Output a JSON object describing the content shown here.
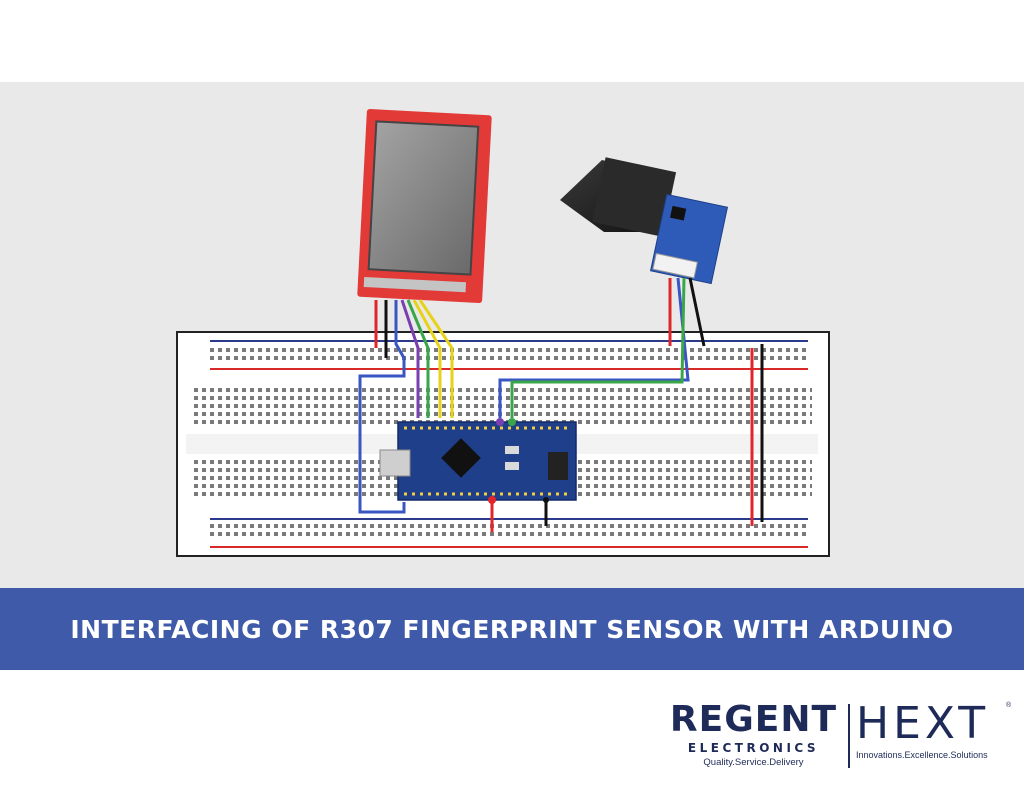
{
  "banner": {
    "title": "INTERFACING OF R307 FINGERPRINT SENSOR WITH ARDUINO"
  },
  "logos": {
    "regent": {
      "name": "REGENT",
      "subtitle": "ELECTRONICS",
      "tagline": "Quality.Service.Delivery"
    },
    "hext": {
      "name": "HEXT",
      "registered": "®",
      "tagline": "Innovations.Excellence.Solutions"
    }
  },
  "colors": {
    "banner": "#3e5aa8",
    "logo": "#1e2a57",
    "scene_bg": "#e9e9e9",
    "wire_red": "#e0262a",
    "wire_black": "#111111",
    "wire_blue": "#3a56c4",
    "wire_purple": "#7a3fb0",
    "wire_green": "#3aa64a",
    "wire_yellow": "#e7d21a",
    "rail_red": "#d92a2a",
    "rail_blue": "#2c3a8c"
  }
}
